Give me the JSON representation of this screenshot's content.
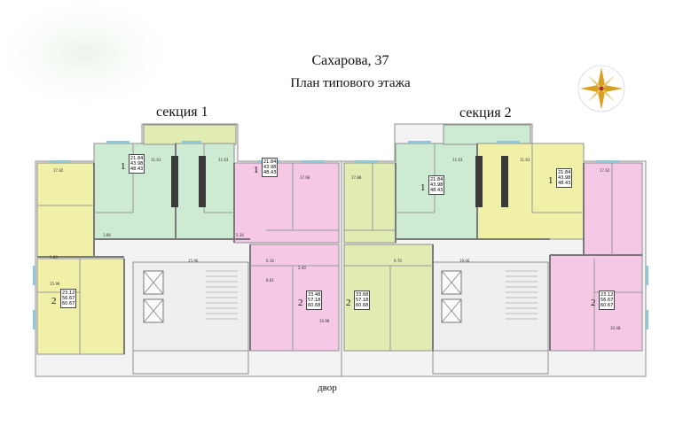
{
  "header": {
    "address": "Сахарова, 37",
    "plan_title": "План типового этажа"
  },
  "sections": [
    {
      "label": "секция 1"
    },
    {
      "label": "секция 2"
    }
  ],
  "yard_label": "двор",
  "colors": {
    "yellow": "#f1f0a8",
    "green": "#cdebd2",
    "lime": "#e0ecb1",
    "pink": "#f5c9e6",
    "wall": "#9a9a9a",
    "compass": "#d8a020"
  },
  "apartments": [
    {
      "rooms": "2",
      "areas": [
        "23.12",
        "56.67",
        "60.67"
      ]
    },
    {
      "rooms": "1",
      "areas": [
        "21.84",
        "43.98",
        "48.43"
      ]
    },
    {
      "rooms": "1",
      "areas": [
        "21.84",
        "43.98",
        "48.43"
      ]
    },
    {
      "rooms": "2",
      "areas": [
        "33.48",
        "57.18",
        "60.68"
      ]
    },
    {
      "rooms": "2",
      "areas": [
        "33.68",
        "57.18",
        "60.68"
      ]
    },
    {
      "rooms": "1",
      "areas": [
        "21.84",
        "43.98",
        "48.43"
      ]
    },
    {
      "rooms": "1",
      "areas": [
        "21.84",
        "43.98",
        "48.43"
      ]
    },
    {
      "rooms": "2",
      "areas": [
        "23.12",
        "56.67",
        "60.67"
      ]
    }
  ],
  "room_sizes": [
    "17.82",
    "11.63",
    "11.63",
    "17.68",
    "17.88",
    "11.63",
    "11.63",
    "17.62",
    "15.96",
    "19.06",
    "10.48",
    "10.98",
    "9.70",
    "6.16",
    "8.81",
    "5.36",
    "3.86",
    "2.40",
    "1.80",
    "15.96"
  ]
}
